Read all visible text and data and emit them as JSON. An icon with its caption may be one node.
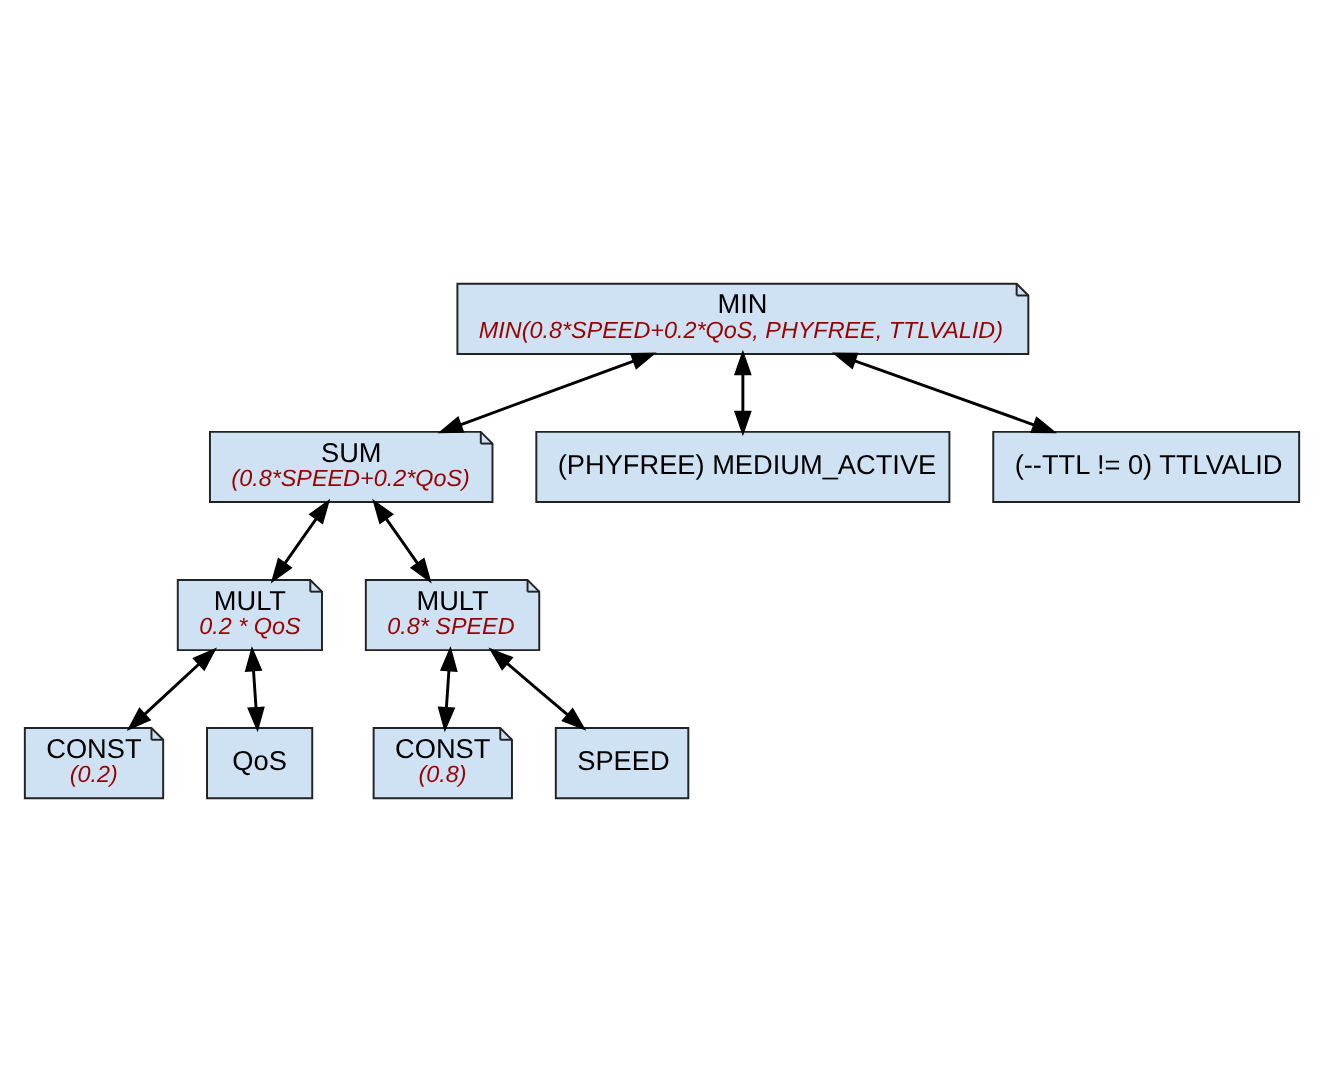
{
  "diagram": {
    "nodes": [
      {
        "text": [
          "MIN",
          "MIN(0.8*SPEED+0.2*QoS, PHYFREE, TTLVALID)"
        ]
      },
      {
        "text": [
          "SUM",
          "(0.8*SPEED+0.2*QoS)"
        ]
      },
      {
        "text": [
          "(PHYFREE) MEDIUM_ACTIVE"
        ]
      },
      {
        "text": [
          "(--TTL != 0) TTLVALID"
        ]
      },
      {
        "text": [
          "MULT",
          "0.2 * QoS"
        ]
      },
      {
        "text": [
          "MULT",
          "0.8* SPEED"
        ]
      },
      {
        "text": [
          "CONST",
          "(0.2)"
        ]
      },
      {
        "text": [
          "QoS"
        ]
      },
      {
        "text": [
          "CONST",
          "(0.8)"
        ]
      },
      {
        "text": [
          "SPEED"
        ]
      }
    ],
    "edges": [
      {
        "from": 0,
        "to": 1,
        "arrow": "both"
      },
      {
        "from": 0,
        "to": 2,
        "arrow": "both"
      },
      {
        "from": 0,
        "to": 3,
        "arrow": "both"
      },
      {
        "from": 1,
        "to": 4,
        "arrow": "both"
      },
      {
        "from": 1,
        "to": 5,
        "arrow": "both"
      },
      {
        "from": 4,
        "to": 6,
        "arrow": "both"
      },
      {
        "from": 4,
        "to": 7,
        "arrow": "both"
      },
      {
        "from": 5,
        "to": 8,
        "arrow": "both"
      },
      {
        "from": 5,
        "to": 9,
        "arrow": "both"
      }
    ]
  }
}
